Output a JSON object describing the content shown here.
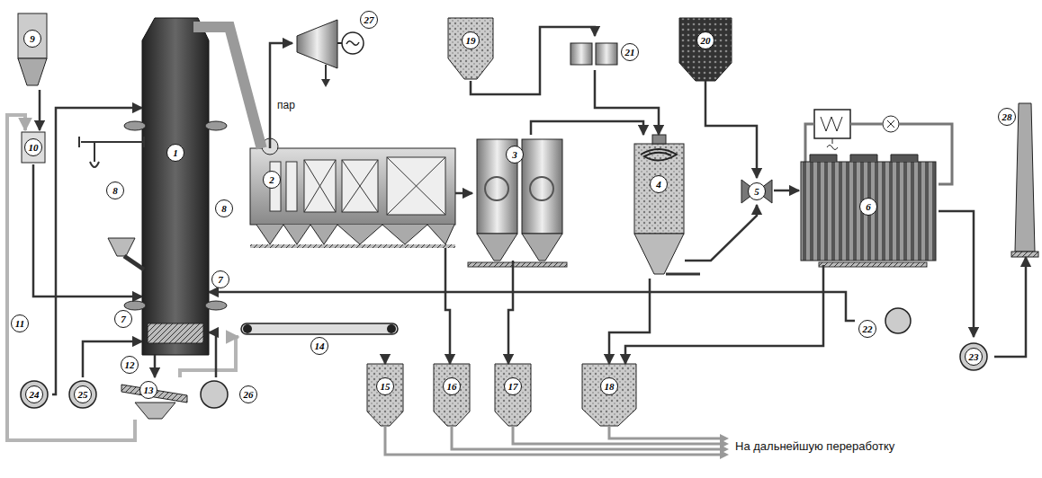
{
  "diagram": {
    "nodes": [
      {
        "text": [
          "1"
        ]
      },
      {
        "text": [
          "2"
        ]
      },
      {
        "text": [
          "3"
        ]
      },
      {
        "text": [
          "4"
        ]
      },
      {
        "text": [
          "5"
        ]
      },
      {
        "text": [
          "6"
        ]
      },
      {
        "text": [
          "9"
        ]
      },
      {
        "text": [
          "10"
        ]
      },
      {
        "text": [
          "15"
        ]
      },
      {
        "text": [
          "16"
        ]
      },
      {
        "text": [
          "17"
        ]
      },
      {
        "text": [
          "18"
        ]
      },
      {
        "text": [
          "19"
        ]
      },
      {
        "text": [
          "20"
        ]
      },
      {
        "text": [
          "21"
        ]
      },
      {
        "text": [
          "27"
        ]
      },
      {
        "text": [
          "28"
        ]
      },
      {
        "text": [
          "22"
        ]
      },
      {
        "text": [
          "23"
        ]
      },
      {
        "text": [
          "24"
        ]
      },
      {
        "text": [
          "25"
        ]
      },
      {
        "text": [
          "26"
        ]
      },
      {
        "text": [
          "13"
        ]
      },
      {
        "text": [
          "14"
        ]
      }
    ],
    "edges": [
      {
        "from": 0,
        "to": 1,
        "arrow": "none"
      },
      {
        "from": 1,
        "to": 15,
        "arrow": "to",
        "label": "пар"
      },
      {
        "from": 1,
        "to": 2,
        "arrow": "to"
      },
      {
        "from": 2,
        "to": 3,
        "arrow": "to"
      },
      {
        "from": 3,
        "to": 4,
        "arrow": "to"
      },
      {
        "from": 4,
        "to": 5,
        "arrow": "to"
      },
      {
        "from": 5,
        "to": 18,
        "arrow": "to"
      },
      {
        "from": 18,
        "to": 16,
        "arrow": "to"
      },
      {
        "from": 6,
        "to": 7,
        "arrow": "to"
      },
      {
        "from": 7,
        "to": 0,
        "arrow": "to"
      },
      {
        "from": 22,
        "to": 7,
        "arrow": "to"
      },
      {
        "from": 12,
        "to": 14,
        "arrow": "to"
      },
      {
        "from": 14,
        "to": 3,
        "arrow": "to"
      },
      {
        "from": 13,
        "to": 4,
        "arrow": "to"
      },
      {
        "from": 0,
        "to": 22,
        "arrow": "to"
      },
      {
        "from": 22,
        "to": 23,
        "arrow": "to"
      },
      {
        "from": 23,
        "to": 8,
        "arrow": "to"
      },
      {
        "from": 1,
        "to": 9,
        "arrow": "to"
      },
      {
        "from": 2,
        "to": 10,
        "arrow": "to"
      },
      {
        "from": 3,
        "to": 11,
        "arrow": "to"
      },
      {
        "from": 5,
        "to": 11,
        "arrow": "to"
      },
      {
        "from": 17,
        "to": 0,
        "arrow": "to"
      },
      {
        "from": 19,
        "to": 0,
        "arrow": "to"
      },
      {
        "from": 20,
        "to": 0,
        "arrow": "to"
      },
      {
        "from": 21,
        "to": 0,
        "arrow": "to"
      }
    ],
    "labels": [
      "7",
      "7",
      "8",
      "8",
      "11",
      "12",
      "На дальнейшую переработку"
    ]
  }
}
